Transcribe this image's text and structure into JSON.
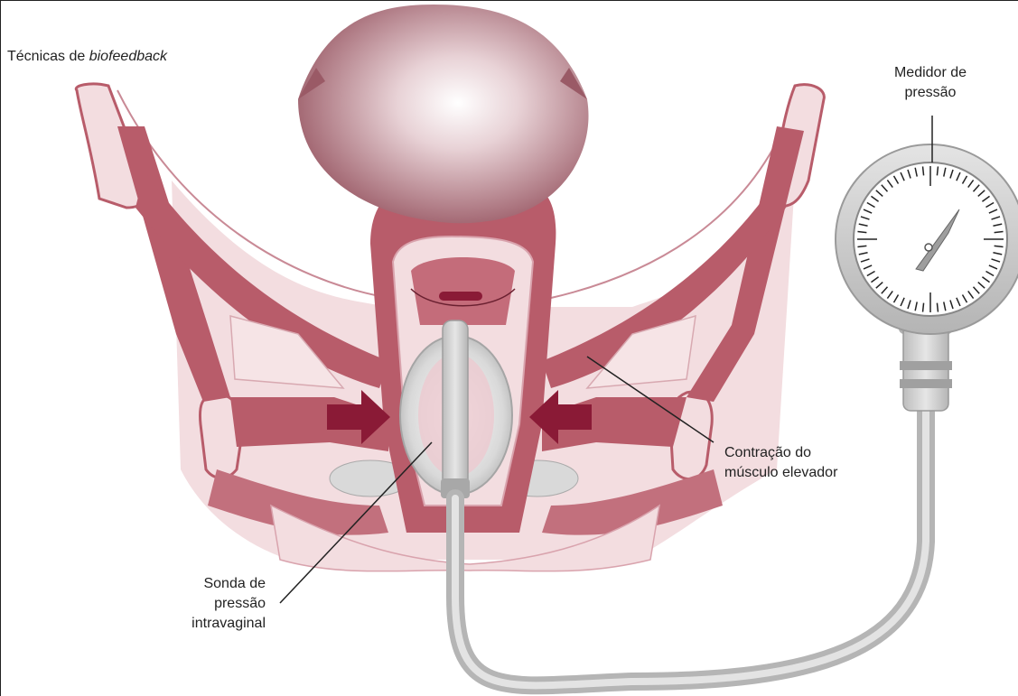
{
  "title": {
    "prefix": "Técnicas de ",
    "emphasis": "biofeedback"
  },
  "labels": {
    "gauge": [
      "Medidor de",
      "pressão"
    ],
    "muscle": [
      "Contração do",
      "músculo elevador"
    ],
    "probe": [
      "Sonda de",
      "pressão",
      "intravaginal"
    ]
  },
  "colors": {
    "muscle": "#b85c6a",
    "muscle_dark": "#8f3446",
    "tissue_light": "#f3dde0",
    "tissue_mid": "#e8c3c8",
    "arrow": "#8a1a36",
    "bladder": "#9a5a66",
    "instrument": "#cfcfcf",
    "instrument_dark": "#9e9e9e"
  },
  "icons": {
    "contraction_arrows": "arrow-right-icon / arrow-left-icon",
    "gauge": "pressure-gauge-icon"
  }
}
